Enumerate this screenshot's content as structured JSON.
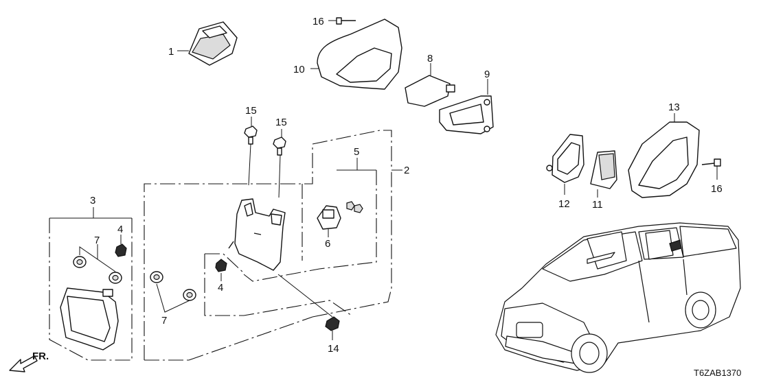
{
  "diagram_code": "T6ZAB1370",
  "direction_label": "FR.",
  "callouts": {
    "p1": "1",
    "p2": "2",
    "p3": "3",
    "p4a": "4",
    "p4b": "4",
    "p5": "5",
    "p6": "6",
    "p7a": "7",
    "p7b": "7",
    "p8": "8",
    "p9": "9",
    "p10": "10",
    "p11": "11",
    "p12": "12",
    "p13": "13",
    "p14": "14",
    "p15a": "15",
    "p15b": "15",
    "p16a": "16",
    "p16b": "16"
  }
}
